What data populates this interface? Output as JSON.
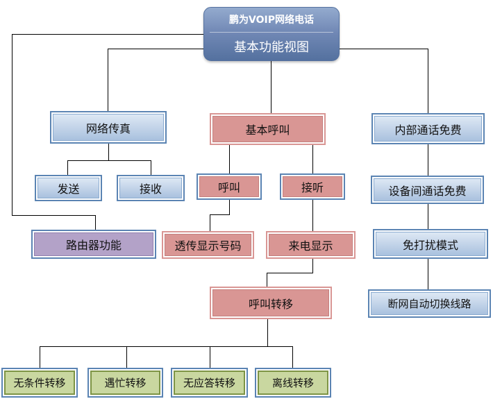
{
  "diagram": {
    "root": {
      "title": "鹏为VOIP网络电话",
      "subtitle": "基本功能视图"
    },
    "nodes": {
      "network_fax": "网络传真",
      "send": "发送",
      "receive": "接收",
      "basic_call": "基本呼叫",
      "call": "呼叫",
      "answer": "接听",
      "passthrough_display": "透传显示号码",
      "caller_id": "来电显示",
      "call_forward": "呼叫转移",
      "unconditional_forward": "无条件转移",
      "busy_forward": "遇忙转移",
      "no_answer_forward": "无应答转移",
      "offline_forward": "离线转移",
      "internal_call_free": "内部通话免费",
      "device_call_free": "设备间通话免费",
      "dnd_mode": "免打扰模式",
      "network_failover": "断网自动切换线路",
      "router_function": "路由器功能"
    },
    "hierarchy": [
      {
        "parent": "基本功能视图",
        "children": [
          "网络传真",
          "基本呼叫",
          "内部通话免费",
          "路由器功能"
        ]
      },
      {
        "parent": "网络传真",
        "children": [
          "发送",
          "接收"
        ]
      },
      {
        "parent": "基本呼叫",
        "children": [
          "呼叫",
          "接听"
        ]
      },
      {
        "parent": "呼叫",
        "children": [
          "透传显示号码"
        ]
      },
      {
        "parent": "接听",
        "children": [
          "来电显示"
        ]
      },
      {
        "parent": "来电显示",
        "children": [
          "呼叫转移"
        ]
      },
      {
        "parent": "呼叫转移",
        "children": [
          "无条件转移",
          "遇忙转移",
          "无应答转移",
          "离线转移"
        ]
      },
      {
        "parent": "内部通话免费",
        "children": [
          "设备间通话免费"
        ]
      },
      {
        "parent": "设备间通话免费",
        "children": [
          "免打扰模式"
        ]
      },
      {
        "parent": "免打扰模式",
        "children": [
          "断网自动切换线路"
        ]
      }
    ],
    "colors": {
      "root_gradient_top": "#94abce",
      "root_gradient_bottom": "#54719f",
      "blue_border": "#5b84b3",
      "blue_fill_top": "#dde8f4",
      "blue_fill_bottom": "#a9c1de",
      "salmon_fill": "#d99694",
      "salmon_border": "#c47f7d",
      "purple_fill": "#b3a2c8",
      "green_fill": "#c9d7a0",
      "green_border": "#7d9445",
      "connector": "#000000"
    }
  }
}
